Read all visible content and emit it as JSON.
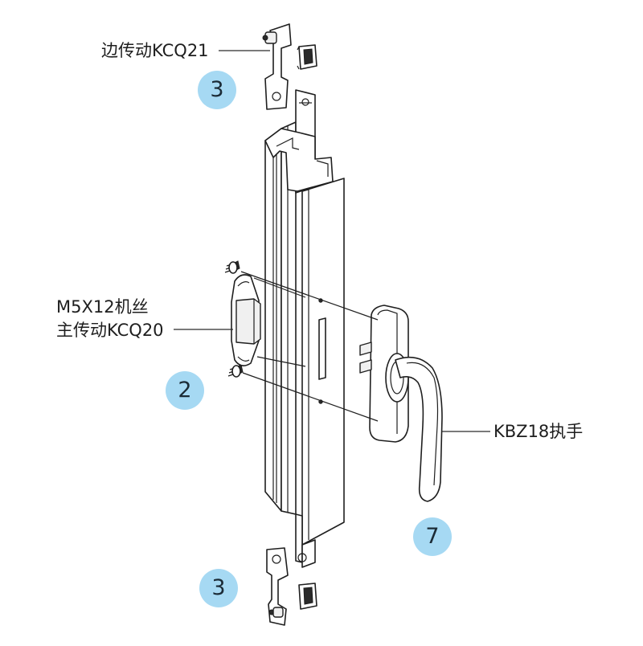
{
  "callouts": {
    "side_drive": "边传动KCQ21",
    "screw": "M5X12机丝",
    "main_drive": "主传动KCQ20",
    "handle": "KBZ18执手"
  },
  "badges": {
    "top": "3",
    "middle": "2",
    "handle": "7",
    "bottom": "3"
  },
  "colors": {
    "badge_fill": "#a6d9f3",
    "line": "#1f1f1f"
  }
}
